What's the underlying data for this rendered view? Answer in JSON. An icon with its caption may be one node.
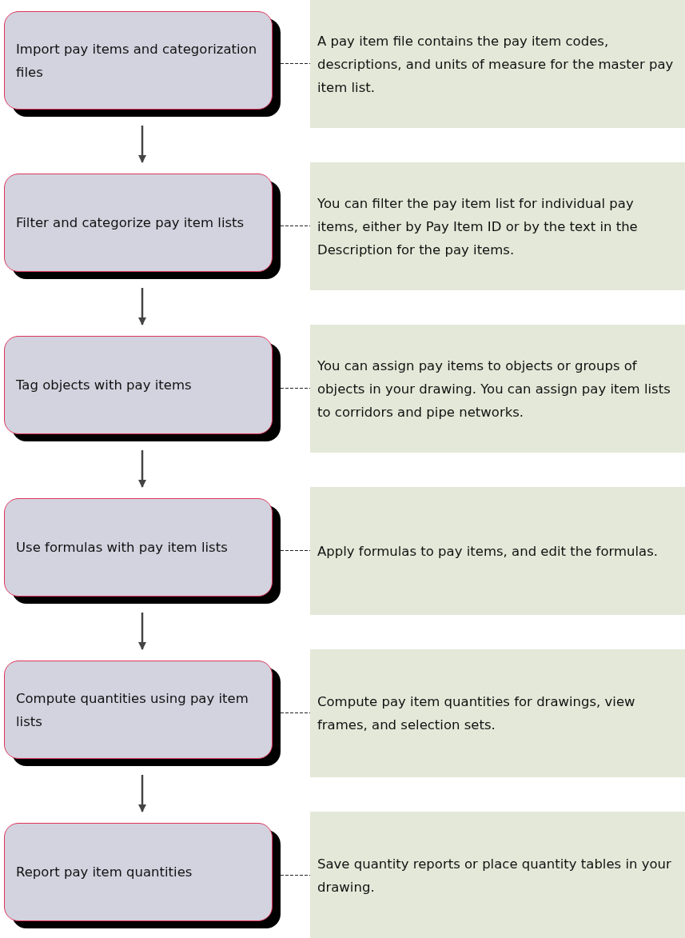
{
  "diagram": {
    "nodes": [
      {
        "text": [
          "Import pay items and categorization files"
        ]
      },
      {
        "text": [
          "A pay item file contains the pay item codes, descriptions, and units of measure for the master pay item list."
        ]
      },
      {
        "text": [
          "Filter and categorize pay item lists"
        ]
      },
      {
        "text": [
          "You can filter the pay item list for individual pay items, either by Pay Item ID or by the text in the Description for the pay items."
        ]
      },
      {
        "text": [
          "Tag objects with pay items"
        ]
      },
      {
        "text": [
          "You can assign pay items to objects or groups of objects in your drawing. You can assign pay item lists to corridors and pipe networks."
        ]
      },
      {
        "text": [
          "Use formulas with pay item lists"
        ]
      },
      {
        "text": [
          "Apply formulas to pay items, and edit the formulas."
        ]
      },
      {
        "text": [
          "Compute quantities using pay item lists"
        ]
      },
      {
        "text": [
          "Compute pay item quantities for drawings, view frames, and selection sets."
        ]
      },
      {
        "text": [
          "Report pay item quantities"
        ]
      },
      {
        "text": [
          "Save quantity reports or place quantity tables in your drawing."
        ]
      }
    ],
    "edges": [
      {
        "from": 0,
        "to": 1,
        "arrow": "none",
        "style": "dashed"
      },
      {
        "from": 0,
        "to": 2,
        "arrow": "to"
      },
      {
        "from": 2,
        "to": 3,
        "arrow": "none",
        "style": "dashed"
      },
      {
        "from": 2,
        "to": 4,
        "arrow": "to"
      },
      {
        "from": 4,
        "to": 5,
        "arrow": "none",
        "style": "dashed"
      },
      {
        "from": 4,
        "to": 6,
        "arrow": "to"
      },
      {
        "from": 6,
        "to": 7,
        "arrow": "none",
        "style": "dashed"
      },
      {
        "from": 6,
        "to": 8,
        "arrow": "to"
      },
      {
        "from": 8,
        "to": 9,
        "arrow": "none",
        "style": "dashed"
      },
      {
        "from": 8,
        "to": 10,
        "arrow": "to"
      },
      {
        "from": 10,
        "to": 11,
        "arrow": "none",
        "style": "dashed"
      }
    ]
  }
}
